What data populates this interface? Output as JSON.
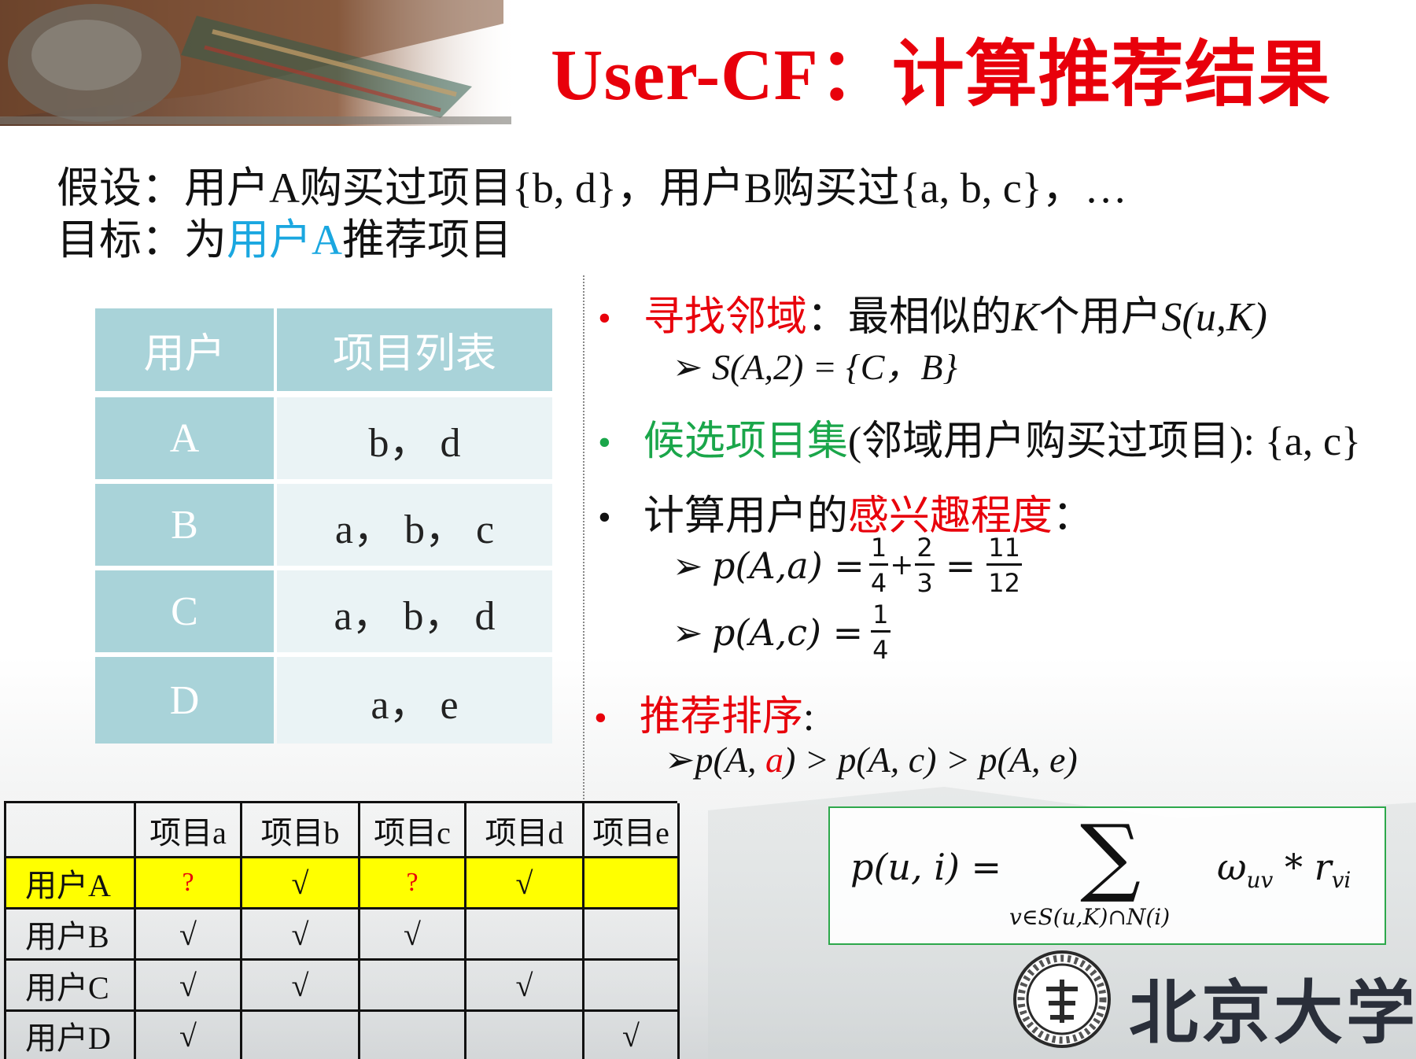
{
  "title": "User-CF：计算推荐结果",
  "intro": {
    "assume_label": "假设：",
    "assume_text": "用户A购买过项目{b, d}，用户B购买过{a, b, c}，…",
    "goal_label": "目标：",
    "goal_prefix": "为",
    "goal_highlight": "用户A",
    "goal_suffix": "推荐项目"
  },
  "user_table": {
    "headers": [
      "用户",
      "项目列表"
    ],
    "rows": [
      {
        "user": "A",
        "items": "b， d"
      },
      {
        "user": "B",
        "items": "a， b， c"
      },
      {
        "user": "C",
        "items": "a， b， d"
      },
      {
        "user": "D",
        "items": "a， e"
      }
    ]
  },
  "bullets": {
    "b1_red": "寻找邻域",
    "b1_rest": "：最相似的",
    "b1_k": "K",
    "b1_mid": "个用户",
    "b1_s": "S",
    "b1_args": "(u,K)",
    "b1_sub": "S(A,2) = {C，B}",
    "b2_green": "候选项目集",
    "b2_rest": "(邻域用户购买过项目): {a, c}",
    "b3_black": "计算用户的",
    "b3_red": "感兴趣程度",
    "b3_colon": "：",
    "f1_lhs": "p(A,a) =",
    "f1_n1": "1",
    "f1_d1": "4",
    "f1_plus": "+",
    "f1_n2": "2",
    "f1_d2": "3",
    "f1_eq": "=",
    "f1_n3": "11",
    "f1_d3": "12",
    "f2_lhs": "p(A,c) =",
    "f2_n": "1",
    "f2_d": "4",
    "b4_red": "推荐排序",
    "b4_colon": ":",
    "rank_p1": "p(A, ",
    "rank_a": "a",
    "rank_rest": ") > p(A, c) > p(A, e)"
  },
  "matrix": {
    "headers": [
      "",
      "项目a",
      "项目b",
      "项目c",
      "项目d",
      "项目e"
    ],
    "rows": [
      [
        "用户A",
        "?",
        "√",
        "?",
        "√",
        ""
      ],
      [
        "用户B",
        "√",
        "√",
        "√",
        "",
        ""
      ],
      [
        "用户C",
        "√",
        "√",
        "",
        "√",
        ""
      ],
      [
        "用户D",
        "√",
        "",
        "",
        "",
        "√"
      ]
    ],
    "highlight_color": "#ffff00",
    "question_color": "#e8000b"
  },
  "formula": {
    "lhs": "p(u, i) =",
    "sum": "∑",
    "sub": "v∈S(u,K)∩N(i)",
    "rhs_w": "ω",
    "rhs_w_sub": "uv",
    "rhs_star": " * r",
    "rhs_r_sub": "vi"
  },
  "logo": {
    "text": "北京大学"
  },
  "colors": {
    "title": "#e8000b",
    "highlight": "#1aa7e0",
    "green": "#1aa64a",
    "table_header": "#a9d3d9",
    "table_cell": "#eaf3f5"
  }
}
